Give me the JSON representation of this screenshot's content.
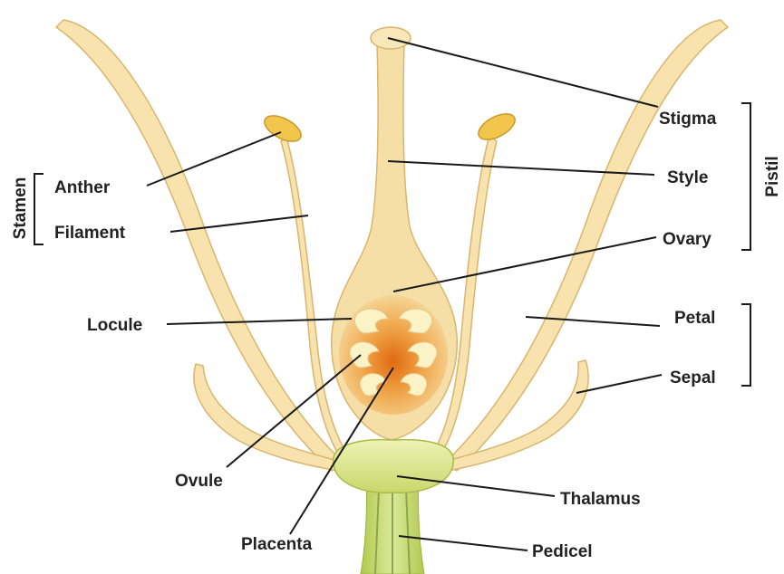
{
  "labels": {
    "stigma": "Stigma",
    "style": "Style",
    "ovary": "Ovary",
    "pistil": "Pistil",
    "anther": "Anther",
    "filament": "Filament",
    "stamen": "Stamen",
    "locule": "Locule",
    "petal": "Petal",
    "sepal": "Sepal",
    "ovule": "Ovule",
    "thalamus": "Thalamus",
    "placenta": "Placenta",
    "pedicel": "Pedicel"
  },
  "colors": {
    "petal_fill": "#f8e2ad",
    "petal_stroke": "#d9b56e",
    "ovary_fill": "#f6dfa6",
    "locule_orange": "#e2781c",
    "ovule_cream": "#fbf2c6",
    "thalamus": "#d5e28a",
    "pedicel": "#c2d463"
  }
}
